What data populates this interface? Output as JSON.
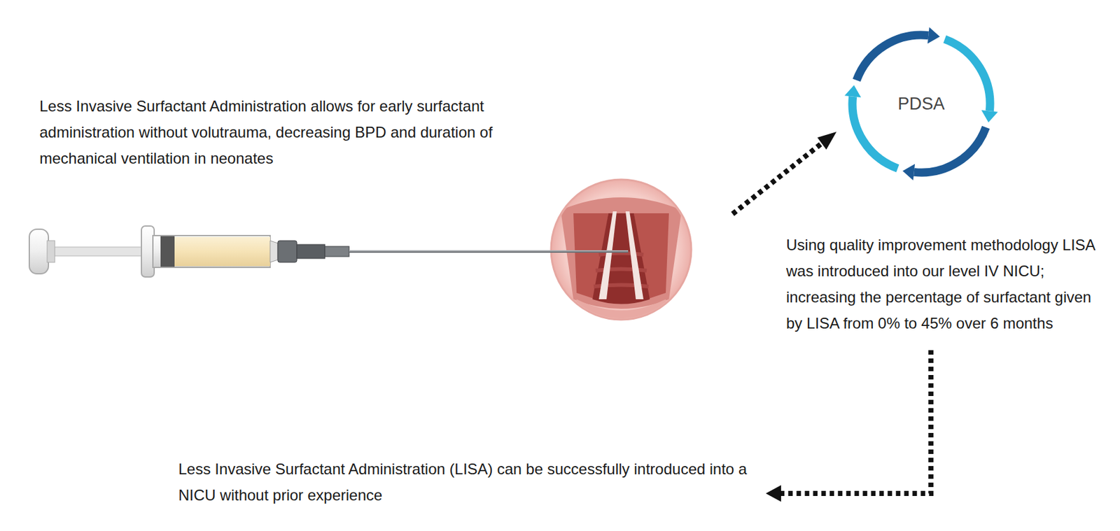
{
  "diagram": {
    "nodes": [
      {
        "text": [
          "Less Invasive Surfactant Administration allows for early surfactant administration without volutrauma, decreasing BPD and duration of mechanical ventilation in neonates"
        ]
      },
      {
        "text": [
          "PDSA"
        ]
      },
      {
        "text": [
          "Using quality improvement methodology LISA was introduced into our level IV NICU; increasing the percentage of surfactant given by LISA from 0% to 45% over 6 months"
        ]
      },
      {
        "text": [
          "Less Invasive Surfactant Administration (LISA) can be successfully introduced into a NICU without prior experience"
        ]
      }
    ],
    "edges": [
      {
        "from": 2,
        "to": 3,
        "arrow": "to"
      }
    ]
  }
}
